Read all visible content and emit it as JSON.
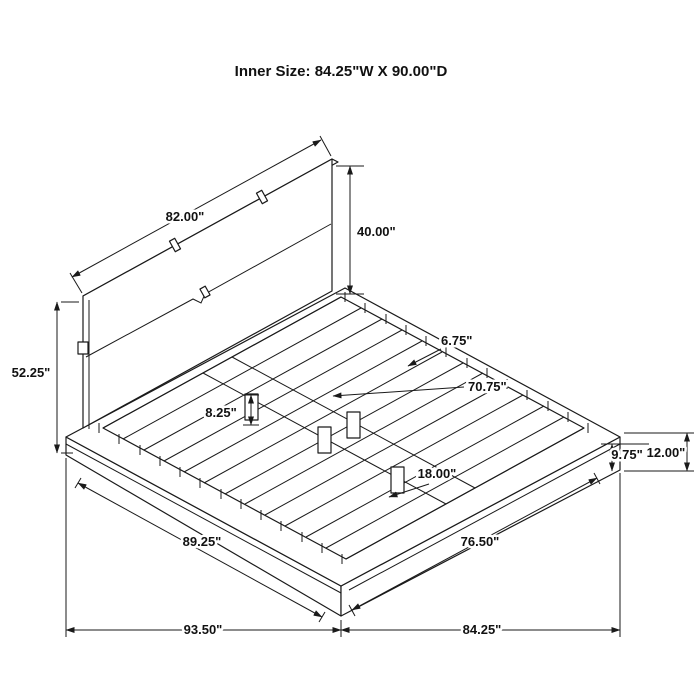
{
  "title": "Inner Size: 84.25\"W X 90.00\"D",
  "dims": {
    "headboard_width": "82.00\"",
    "headboard_height": "40.00\"",
    "overall_height": "52.25\"",
    "slat_spacing": "6.75\"",
    "slat_length": "70.75\"",
    "support_height": "8.25\"",
    "side_rail_height": "9.75\"",
    "platform_height": "12.00\"",
    "support_gap": "18.00\"",
    "platform_left_edge": "89.25\"",
    "platform_right_edge": "76.50\"",
    "overall_width": "93.50\"",
    "overall_depth": "84.25\""
  },
  "colors": {
    "line": "#1a1a1a",
    "background": "#ffffff"
  }
}
